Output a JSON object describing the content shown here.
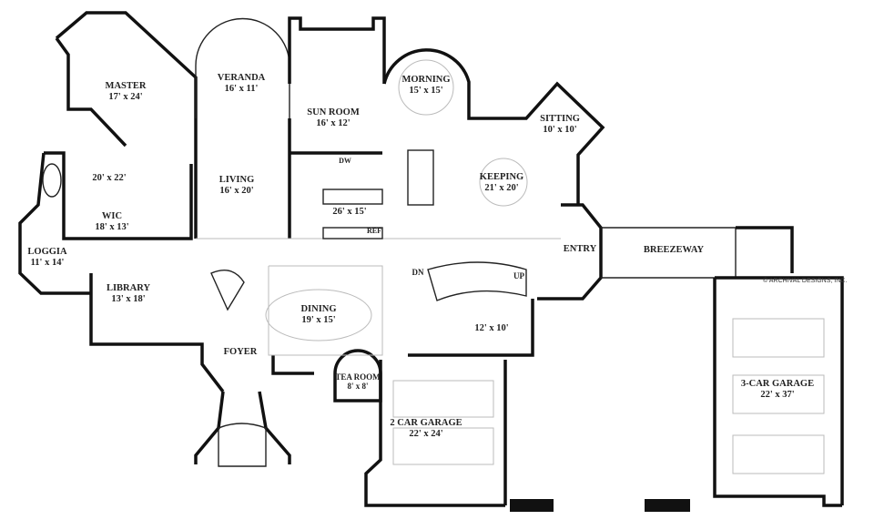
{
  "rooms": [
    {
      "name": "MASTER",
      "size": "17' x 24'"
    },
    {
      "name": "VERANDA",
      "size": "16' x 11'"
    },
    {
      "name": "SUN ROOM",
      "size": "16' x 12'"
    },
    {
      "name": "MORNING",
      "size": "15' x 15'"
    },
    {
      "name": "SITTING",
      "size": "10' x 10'"
    },
    {
      "name": "KEEPING",
      "size": "21' x 20'"
    },
    {
      "name": "LIVING",
      "size": "16' x 20'"
    },
    {
      "name": "",
      "size": "20' x 22'"
    },
    {
      "name": "WIC",
      "size": "18' x 13'"
    },
    {
      "name": "",
      "size": "26' x 15'"
    },
    {
      "name": "LOGGIA",
      "size": "11' x 14'"
    },
    {
      "name": "LIBRARY",
      "size": "13' x 18'"
    },
    {
      "name": "DINING",
      "size": "19' x 15'"
    },
    {
      "name": "ENTRY",
      "size": ""
    },
    {
      "name": "BREEZEWAY",
      "size": ""
    },
    {
      "name": "",
      "size": "12' x 10'"
    },
    {
      "name": "FOYER",
      "size": ""
    },
    {
      "name": "TEA ROOM",
      "size": "8' x 8'"
    },
    {
      "name": "2 CAR GARAGE",
      "size": "22' x 24'"
    },
    {
      "name": "3-CAR GARAGE",
      "size": "22' x 37'"
    }
  ],
  "annotations": {
    "dw": "DW",
    "ref": "REF",
    "dn": "DN",
    "up": "UP"
  },
  "copyright": "© ARCHIVAL DESIGNS, INC."
}
